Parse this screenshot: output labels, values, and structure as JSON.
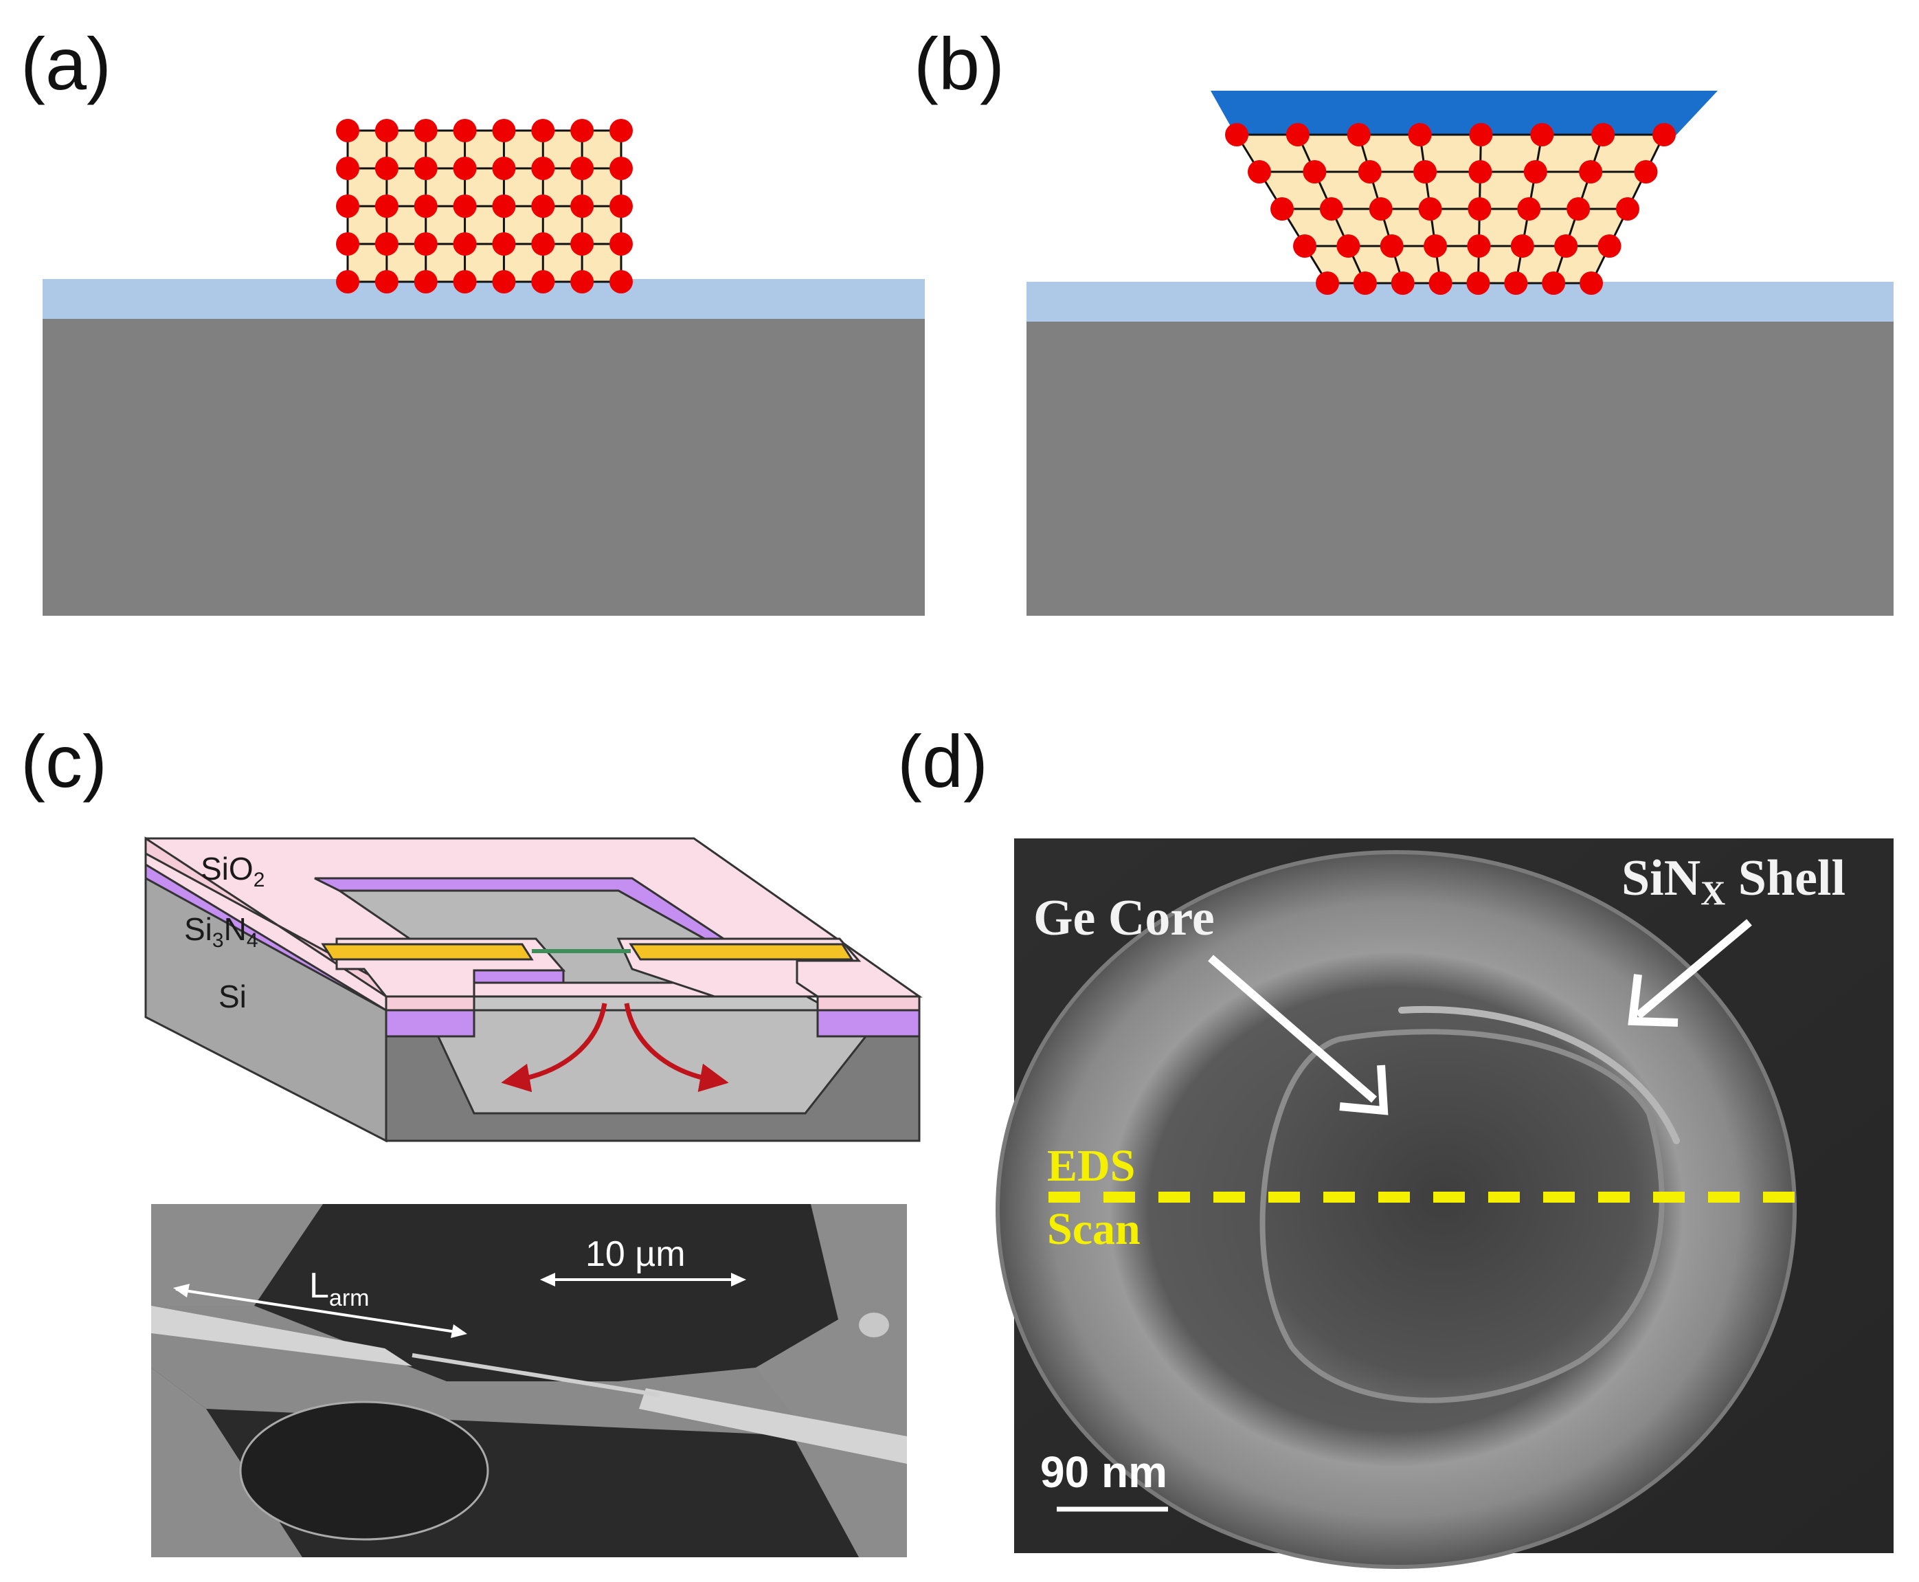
{
  "panels": {
    "a": {
      "label": "(a)"
    },
    "b": {
      "label": "(b)"
    },
    "c": {
      "label": "(c)",
      "layers": {
        "sio2": {
          "base": "SiO",
          "sub": "2"
        },
        "si3n4": {
          "base1": "Si",
          "sub1": "3",
          "base2": "N",
          "sub2": "4"
        },
        "si": {
          "base": "Si"
        }
      },
      "sem": {
        "scale_text": "10 µm",
        "arm_base": "L",
        "arm_sub": "arm"
      }
    },
    "d": {
      "label": "(d)",
      "core_label": "Ge Core",
      "shell_base": "SiN",
      "shell_sub": "X",
      "shell_rest": " Shell",
      "eds_line1": "EDS",
      "eds_line2": "Scan",
      "scale_text": "90 nm"
    }
  },
  "colors": {
    "substrate": "#808080",
    "oxide_layer": "#aec8e8",
    "crystal_fill": "#fbe7b8",
    "atom": "#ee0000",
    "top_electrode": "#1a6fcc",
    "sio2_pink": "#fadde6",
    "si3n4_purple": "#c48ff0",
    "gold_electrode": "#f4c224",
    "arrow_red": "#c0141c",
    "eds_yellow": "#f5f000"
  }
}
